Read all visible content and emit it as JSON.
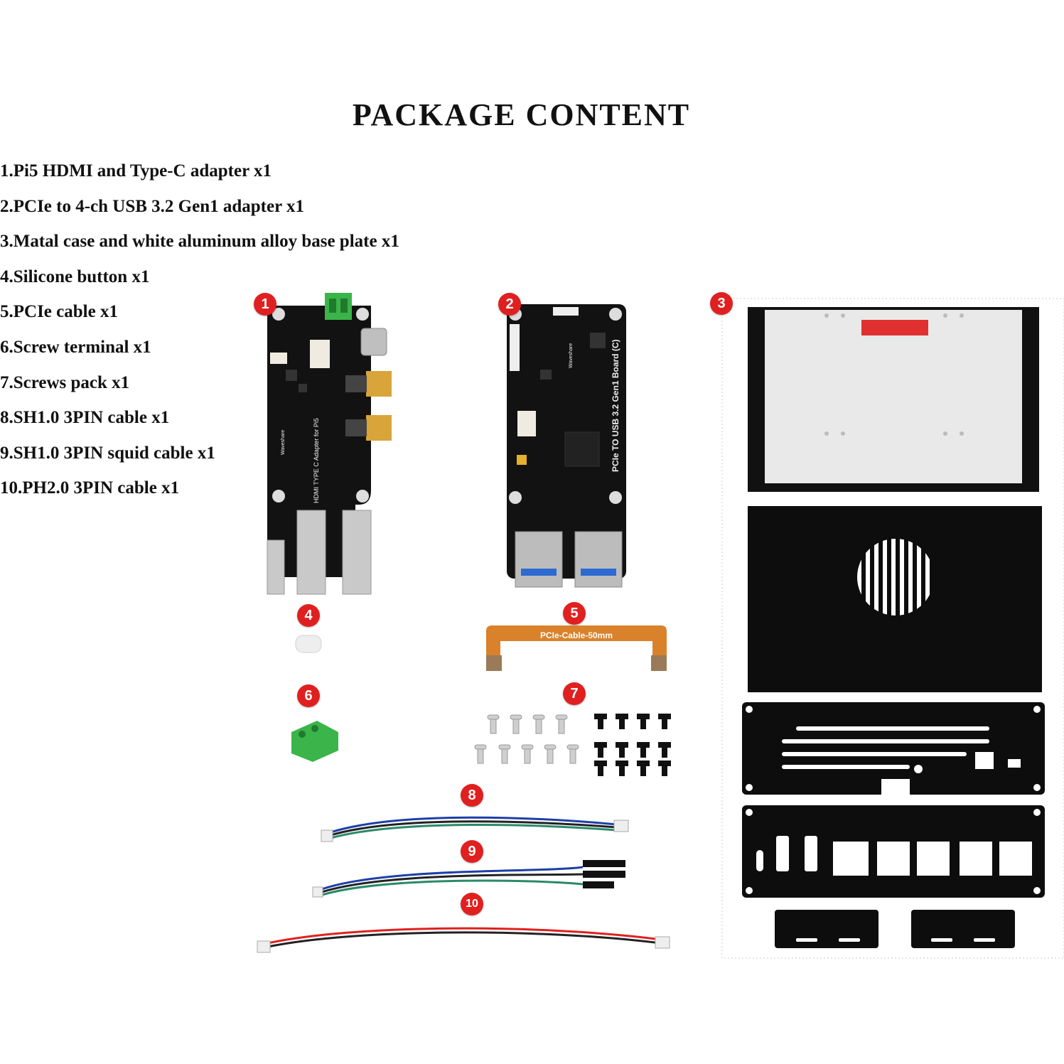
{
  "title": "PACKAGE CONTENT",
  "items": [
    "1.Pi5 HDMI and Type-C adapter x1",
    "2.PCIe to 4-ch USB 3.2 Gen1 adapter x1",
    "3.Matal case and white aluminum alloy base plate x1",
    "4.Silicone button x1",
    "5.PCIe cable x1",
    "6.Screw terminal x1",
    "7.Screws pack x1",
    "8.SH1.0 3PIN cable x1",
    "9.SH1.0 3PIN squid cable x1",
    "10.PH2.0 3PIN cable x1"
  ],
  "badges": [
    "1",
    "2",
    "3",
    "4",
    "5",
    "6",
    "7",
    "8",
    "9",
    "10"
  ],
  "labels": {
    "board1_text": "HDMI TYPE C Adapter for Pi5",
    "board2_text": "PCIe TO USB 3.2 Gen1 Board (C)",
    "cable_text": "PCIe-Cable-50mm",
    "brand": "Waveshare"
  },
  "colors": {
    "badge": "#e02020",
    "pcb": "#111111",
    "flex_cable": "#d9822b",
    "terminal": "#3bb44a",
    "red_tag": "#e03030"
  }
}
